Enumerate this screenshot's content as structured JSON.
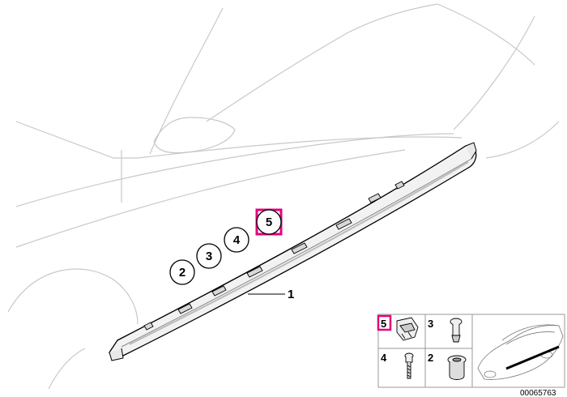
{
  "callouts": {
    "item_1": "1",
    "item_2": "2",
    "item_3": "3",
    "item_4": "4",
    "item_5": "5"
  },
  "legend": {
    "item_5": "5",
    "item_3": "3",
    "item_4": "4",
    "item_2": "2"
  },
  "highlight_color": "#e6007e",
  "line_color": "#c8c8c8",
  "document_number": "00065763"
}
